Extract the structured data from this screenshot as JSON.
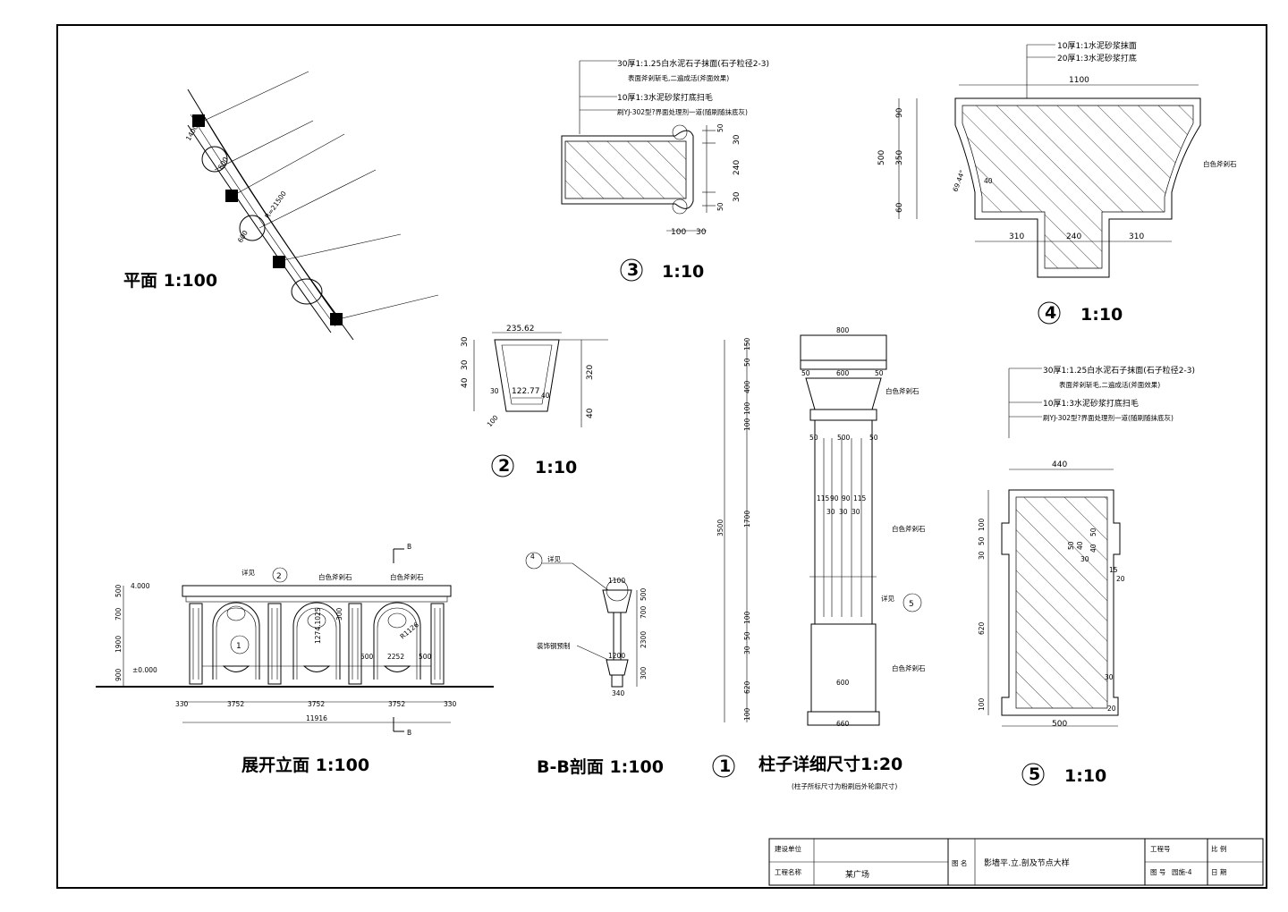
{
  "titles": {
    "plan": "平面 1:100",
    "elevation": "展开立面 1:100",
    "section_bb": "B-B剖面 1:100",
    "column": "柱子详细尺寸1:20",
    "column_note": "(柱子所标尺寸为粉刷后外轮廓尺寸)"
  },
  "detail_marks": {
    "d1": "1",
    "d2": "2",
    "d3": "3",
    "d4": "4",
    "d5": "5",
    "scale_10": "1:10"
  },
  "plan": {
    "r_label": "R=21500",
    "d1": "600",
    "d2": "1400",
    "d3": "600"
  },
  "detail3": {
    "notes": [
      "30厚1:1.25白水泥石子抹面(石子粒径2-3)",
      "表面斧剁斩毛,二遍成活(斧面效果)",
      "10厚1:3水泥砂浆打底扫毛",
      "刷YJ-302型?界面处理剂一道(随刷随抹底灰)"
    ],
    "dims": [
      "50",
      "30",
      "240",
      "30",
      "50",
      "100",
      "30"
    ]
  },
  "detail4": {
    "notes": [
      "10厚1:1水泥砂浆抹面",
      "20厚1:3水泥砂浆打底"
    ],
    "top": "1100",
    "left": [
      "90",
      "350",
      "60"
    ],
    "total": "500",
    "angle": "69.44°",
    "small": "40",
    "bottom": [
      "310",
      "240",
      "310"
    ],
    "material": "白色斧剁石"
  },
  "detail2": {
    "top": "235.62",
    "inner": "122.77",
    "left": [
      "30",
      "30",
      "40",
      "30"
    ],
    "right": [
      "320",
      "40"
    ],
    "side": "40",
    "bot": "100"
  },
  "elevation": {
    "labels": {
      "xj": "详见",
      "mat1": "白色斧剁石",
      "mat2": "白色斧剁石",
      "b": "B"
    },
    "levels": [
      "4.000",
      "±0.000"
    ],
    "heights": [
      "500",
      "700",
      "1900",
      "900"
    ],
    "arch": [
      "1274.1025",
      "300",
      "R1126",
      "500",
      "2252",
      "500"
    ],
    "bottom": [
      "330",
      "3752",
      "3752",
      "3752",
      "330"
    ],
    "total": "11916",
    "marks": {
      "m2": "2",
      "m1": "1",
      "m12": "2"
    }
  },
  "section_bb": {
    "xj": "详见",
    "note": "装饰钢预制",
    "dims": [
      "1100",
      "1200",
      "340",
      "500",
      "700",
      "2300",
      "300"
    ],
    "m4": "4"
  },
  "column": {
    "top": "800",
    "row2": [
      "50",
      "600",
      "50"
    ],
    "row3": [
      "50",
      "500",
      "50"
    ],
    "row4": [
      "115",
      "90",
      "90",
      "115"
    ],
    "row5": [
      "30",
      "30",
      "30"
    ],
    "base1": "600",
    "base2": "660",
    "left": [
      "150",
      "50",
      "400",
      "100",
      "100",
      "1700",
      "100",
      "50",
      "30",
      "620",
      "100"
    ],
    "total": "3500",
    "mat": "白色斧剁石",
    "xj": "详见",
    "m5": "5"
  },
  "detail5": {
    "notes": [
      "30厚1:1.25白水泥石子抹面(石子粒径2-3)",
      "表面斧剁斩毛,二遍成活(斧面效果)",
      "10厚1:3水泥砂浆打底扫毛",
      "刷YJ-302型?界面处理剂一道(随刷随抹底灰)"
    ],
    "top": "440",
    "bottom": "500",
    "left": [
      "50",
      "100",
      "30",
      "620",
      "100"
    ],
    "right": [
      "50",
      "40",
      "30",
      "50",
      "40",
      "15",
      "20",
      "30",
      "20"
    ]
  },
  "titleblock": {
    "unit_label": "建设单位",
    "proj_label": "工程名称",
    "proj": "某广场",
    "drawing_label": "图 名",
    "drawing": "影墙平.立.剖及节点大样",
    "no_label": "工程号",
    "num_label": "图 号",
    "num": "园施-4",
    "date_label": "日 期",
    "scale_label": "比 例"
  }
}
